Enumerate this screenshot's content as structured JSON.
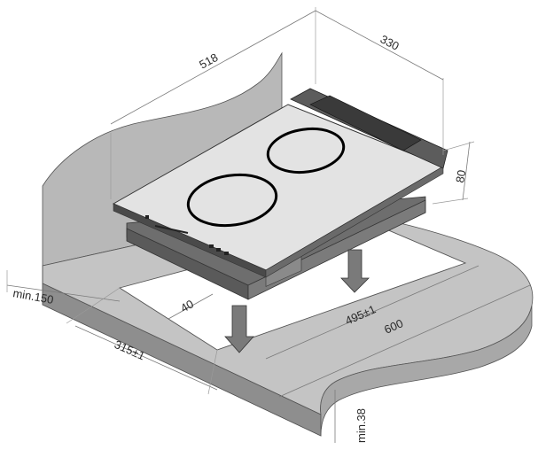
{
  "drawing": {
    "dimensions": {
      "width_518": "518",
      "depth_330": "330",
      "height_80": "80",
      "min_150": "min.150",
      "gap_40": "40",
      "cutout_315": "315±1",
      "cutout_495": "495±1",
      "worktop_600": "600",
      "thickness_min38": "min.38"
    }
  }
}
